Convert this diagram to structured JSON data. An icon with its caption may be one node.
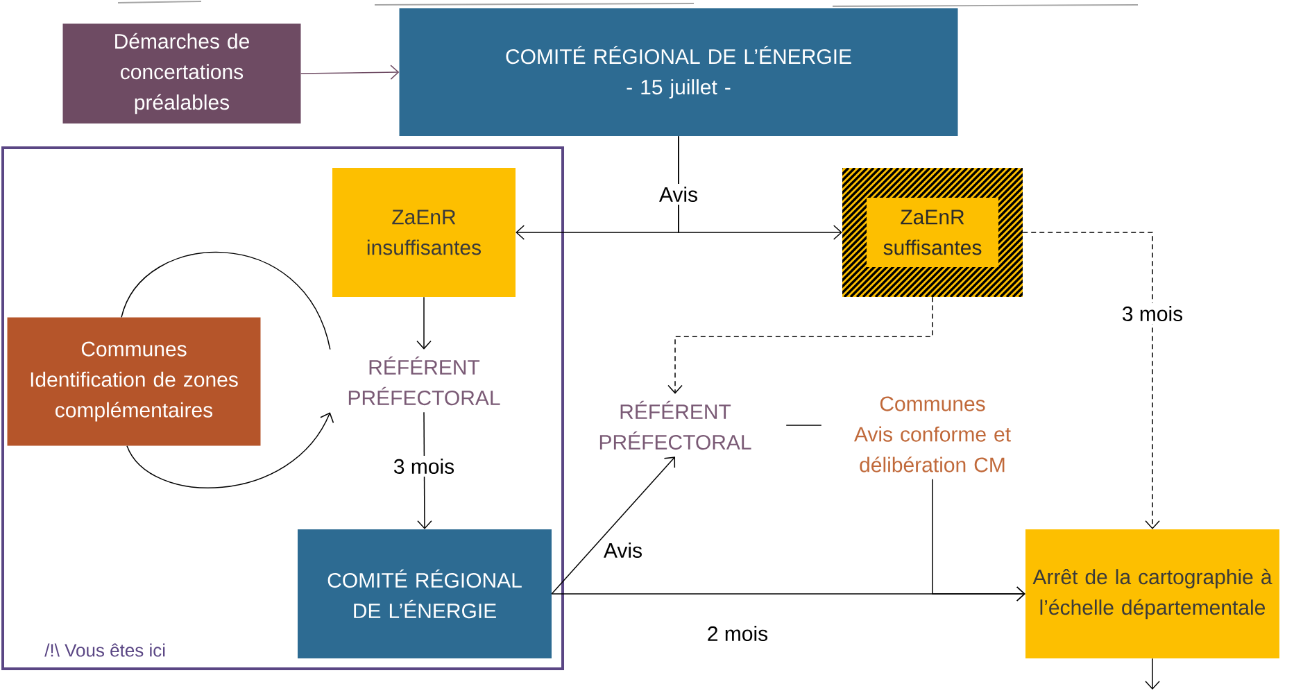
{
  "diagram": {
    "nodes": [
      {
        "text": [
          "Démarches de concertations préalables"
        ]
      },
      {
        "text": [
          "COMITÉ RÉGIONAL DE L’ÉNERGIE",
          "- 15 juillet -"
        ]
      },
      {
        "text": [
          "/!\\ Vous êtes ici"
        ]
      },
      {
        "text": [
          "ZaEnR insuffisantes"
        ],
        "in": 2
      },
      {
        "text": [
          "Communes",
          "Identification de zones complémentaires"
        ],
        "in": 2
      },
      {
        "text": [
          "RÉFÉRENT PRÉFECTORAL"
        ],
        "in": 2
      },
      {
        "text": [
          "COMITÉ RÉGIONAL DE L’ÉNERGIE"
        ],
        "in": 2
      },
      {
        "text": [
          "ZaEnR suffisantes"
        ]
      },
      {
        "text": [
          "RÉFÉRENT PRÉFECTORAL"
        ]
      },
      {
        "text": [
          "Communes",
          "Avis conforme et délibération CM"
        ]
      },
      {
        "text": [
          "Arrêt de la cartographie à l’échelle départementale"
        ]
      }
    ],
    "edges": [
      {
        "from": 0,
        "to": 1,
        "arrow": "to",
        "color": "#6e4b63"
      },
      {
        "from": 1,
        "to": 3,
        "arrow": "to",
        "label": "Avis"
      },
      {
        "from": 1,
        "to": 7,
        "arrow": "to"
      },
      {
        "from": 3,
        "to": 5,
        "arrow": "to"
      },
      {
        "from": 5,
        "to": 6,
        "arrow": "to",
        "label": "3 mois"
      },
      {
        "from": 4,
        "to": 5,
        "arrow": "none"
      },
      {
        "from": 4,
        "to": 5,
        "arrow": "to"
      },
      {
        "from": 7,
        "to": 8,
        "arrow": "to",
        "style": "dashed"
      },
      {
        "from": 7,
        "to": 10,
        "arrow": "to",
        "style": "dashed",
        "label": "3 mois"
      },
      {
        "from": 8,
        "to": 9,
        "arrow": "none"
      },
      {
        "from": 6,
        "to": 10,
        "arrow": "to",
        "label": "2 mois"
      },
      {
        "from": 9,
        "to": 10,
        "arrow": "to"
      },
      {
        "from": 6,
        "to": 8,
        "arrow": "to",
        "label": "Avis"
      },
      {
        "from": 10,
        "to": null,
        "arrow": "to"
      }
    ]
  }
}
